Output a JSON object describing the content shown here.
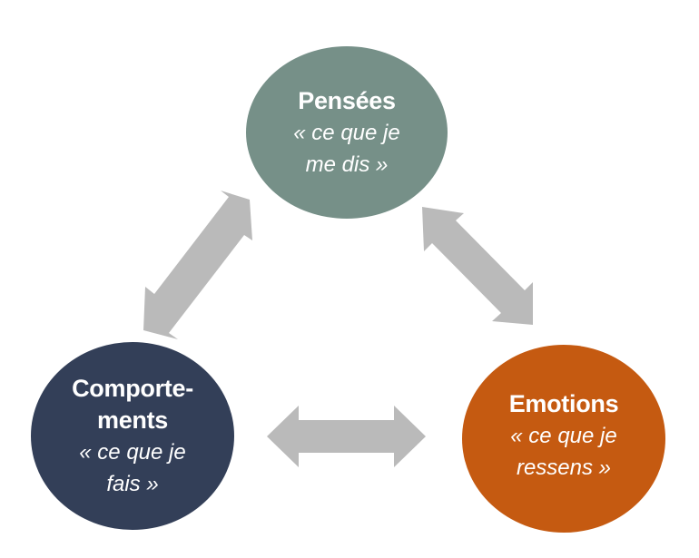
{
  "colors": {
    "pensees": "#769088",
    "emotions": "#C55A11",
    "comportements": "#333F58",
    "arrows": "#BABABA",
    "text": "#FFFFFF"
  },
  "nodes": {
    "pensees": {
      "title": "Pensées",
      "sub_line1": "« ce que je",
      "sub_line2": "me dis »"
    },
    "emotions": {
      "title": "Emotions",
      "sub_line1": "« ce que je",
      "sub_line2": "ressens »"
    },
    "comportements": {
      "title_line1": "Comporte-",
      "title_line2": "ments",
      "sub_line1": "« ce que je",
      "sub_line2": "fais »"
    }
  },
  "arrows": [
    {
      "name": "pensees-comportements",
      "icon": "double-arrow"
    },
    {
      "name": "pensees-emotions",
      "icon": "double-arrow"
    },
    {
      "name": "comportements-emotions",
      "icon": "double-arrow"
    }
  ]
}
